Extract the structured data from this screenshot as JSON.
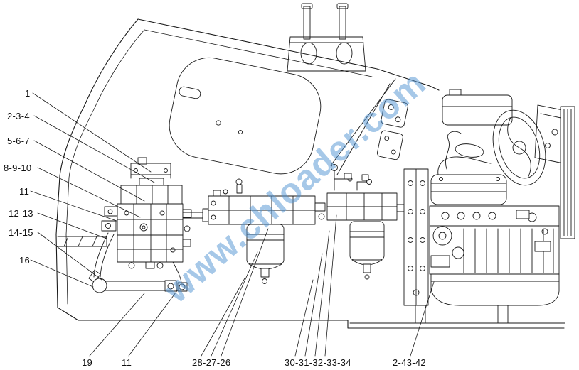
{
  "page": {
    "background": "#ffffff",
    "line_color": "#1a1a1a"
  },
  "watermark": {
    "text": "www.chloader.com",
    "color": "#4f93d2"
  },
  "diagram": {
    "callouts": {
      "left": [
        {
          "text": "1"
        },
        {
          "text": "2-3-4"
        },
        {
          "text": "5-6-7"
        },
        {
          "text": "8-9-10"
        },
        {
          "text": "11"
        },
        {
          "text": "12-13"
        },
        {
          "text": "14-15"
        },
        {
          "text": "16"
        }
      ],
      "bottom": [
        {
          "text": "19"
        },
        {
          "text": "11"
        },
        {
          "text": "28-27-26"
        },
        {
          "text": "30-31-32-33-34"
        },
        {
          "text": "2-43-42"
        }
      ]
    }
  }
}
